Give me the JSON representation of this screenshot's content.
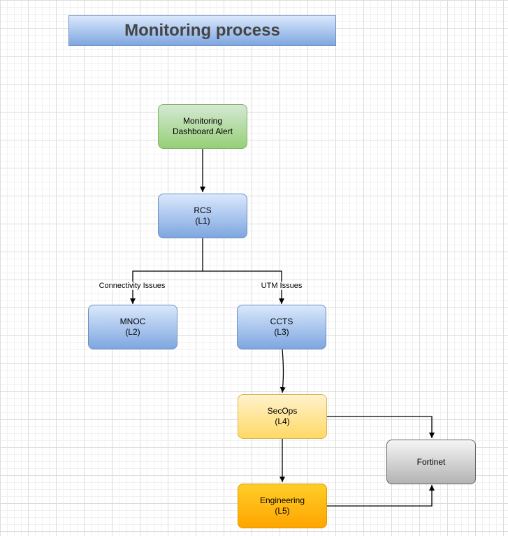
{
  "title": "Monitoring process",
  "nodes": {
    "alert": {
      "line1": "Monitoring",
      "line2": "Dashboard Alert"
    },
    "rcs": {
      "line1": "RCS",
      "line2": "(L1)"
    },
    "mnoc": {
      "line1": "MNOC",
      "line2": "(L2)"
    },
    "ccts": {
      "line1": "CCTS",
      "line2": "(L3)"
    },
    "secops": {
      "line1": "SecOps",
      "line2": "(L4)"
    },
    "engineering": {
      "line1": "Engineering",
      "line2": "(L5)"
    },
    "fortinet": {
      "line1": "Fortinet"
    }
  },
  "edges": {
    "rcs_to_mnoc": {
      "label": "Connectivity Issues"
    },
    "rcs_to_ccts": {
      "label": "UTM Issues"
    }
  }
}
